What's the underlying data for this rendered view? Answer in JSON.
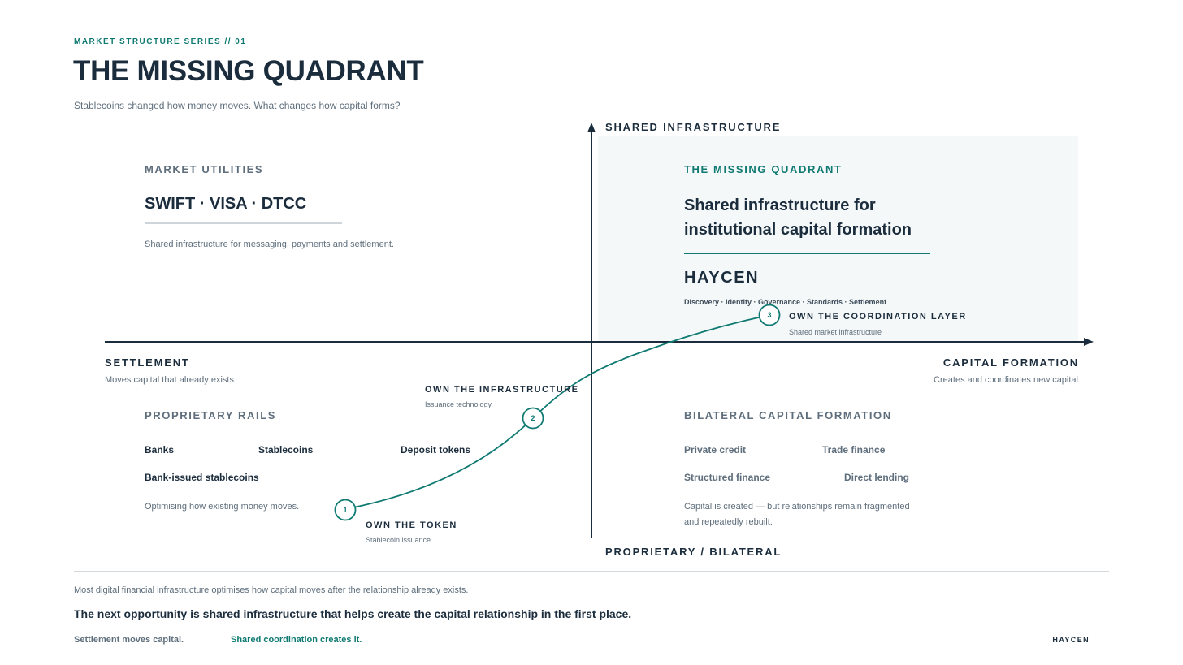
{
  "header": {
    "series": "MARKET STRUCTURE SERIES // 01",
    "title": "THE MISSING QUADRANT",
    "subtitle": "Stablecoins changed how money moves. What changes how capital forms?"
  },
  "axes": {
    "top": "SHARED INFRASTRUCTURE",
    "bottom": "PROPRIETARY / BILATERAL",
    "left": {
      "label": "SETTLEMENT",
      "sub": "Moves capital that already exists"
    },
    "right": {
      "label": "CAPITAL FORMATION",
      "sub": "Creates and coordinates new capital"
    }
  },
  "quadrants": {
    "market_utilities": {
      "heading": "MARKET UTILITIES",
      "names": "SWIFT · VISA · DTCC",
      "desc": "Shared infrastructure for messaging, payments and settlement."
    },
    "missing_quadrant": {
      "heading": "THE MISSING QUADRANT",
      "title": "Shared infrastructure for institutional capital formation",
      "brand": "HAYCEN",
      "pillars": "Discovery · Identity · Governance · Standards · Settlement"
    },
    "proprietary_rails": {
      "heading": "PROPRIETARY RAILS",
      "items": [
        "Banks",
        "Stablecoins",
        "Deposit tokens",
        "Bank-issued stablecoins"
      ],
      "desc": "Optimising how existing money moves."
    },
    "bilateral": {
      "heading": "BILATERAL CAPITAL FORMATION",
      "items": [
        "Private credit",
        "Trade finance",
        "Structured finance",
        "Direct lending"
      ],
      "desc_line1": "Capital is created — but relationships remain fragmented",
      "desc_line2": "and repeatedly rebuilt."
    }
  },
  "steps": [
    {
      "num": "1",
      "label": "OWN THE TOKEN",
      "sub": "Stablecoin issuance"
    },
    {
      "num": "2",
      "label": "OWN THE INFRASTRUCTURE",
      "sub": "Issuance technology"
    },
    {
      "num": "3",
      "label": "OWN THE COORDINATION LAYER",
      "sub": "Shared market infrastructure"
    }
  ],
  "footer": {
    "line1": "Most digital financial infrastructure optimises how capital moves after the relationship already exists.",
    "line2": "The next opportunity is shared infrastructure that helps create the capital relationship in the first place.",
    "left_tag": "Settlement moves capital.",
    "right_tag": "Shared coordination creates it.",
    "brand": "HAYCEN"
  },
  "colors": {
    "navy": "#1b2d3d",
    "teal": "#0f7a72",
    "grey": "#5e6e7c",
    "shade": "#f5f8f9"
  }
}
